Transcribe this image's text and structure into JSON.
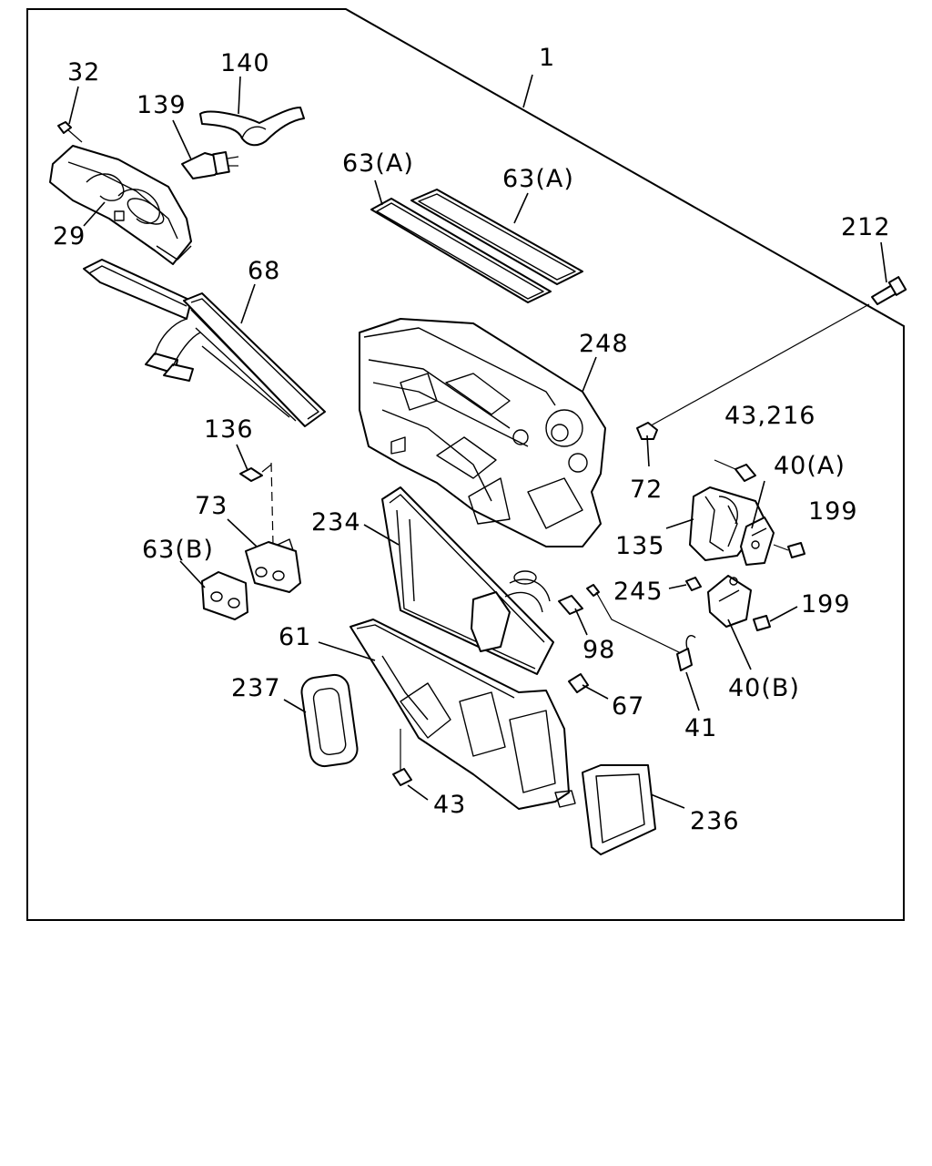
{
  "labels": {
    "l1": "1",
    "l32": "32",
    "l140": "140",
    "l139": "139",
    "l29": "29",
    "l63a_1": "63(A)",
    "l63a_2": "63(A)",
    "l212": "212",
    "l68": "68",
    "l248": "248",
    "l43_216": "43,216",
    "l40a": "40(A)",
    "l72": "72",
    "l136": "136",
    "l73": "73",
    "l234": "234",
    "l135": "135",
    "l199a": "199",
    "l63b": "63(B)",
    "l245": "245",
    "l199b": "199",
    "l61": "61",
    "l98": "98",
    "l40b": "40(B)",
    "l237": "237",
    "l67": "67",
    "l41": "41",
    "l43": "43",
    "l236": "236"
  }
}
